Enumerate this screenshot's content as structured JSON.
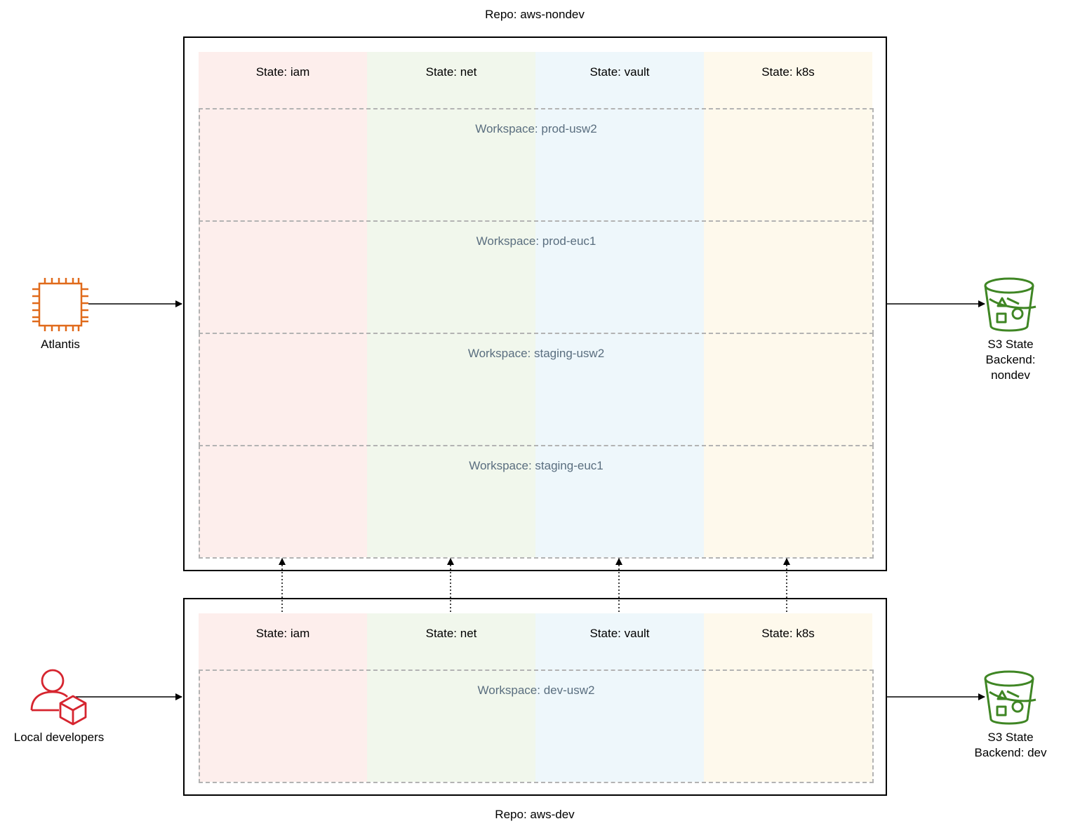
{
  "repos": {
    "nondev": {
      "label": "Repo: aws-nondev",
      "states": [
        "State: iam",
        "State: net",
        "State: vault",
        "State: k8s"
      ],
      "workspaces": [
        "Workspace: prod-usw2",
        "Workspace: prod-euc1",
        "Workspace: staging-usw2",
        "Workspace: staging-euc1"
      ]
    },
    "dev": {
      "label": "Repo: aws-dev",
      "states": [
        "State: iam",
        "State: net",
        "State: vault",
        "State: k8s"
      ],
      "workspaces": [
        "Workspace: dev-usw2"
      ]
    }
  },
  "nodes": {
    "atlantis": {
      "label": "Atlantis",
      "icon": "ec2-instance-icon"
    },
    "local_devs": {
      "label": "Local developers",
      "icon": "developer-user-icon"
    },
    "backend_nondev": {
      "label_lines": [
        "S3 State",
        "Backend:",
        "nondev"
      ],
      "icon": "s3-bucket-icon"
    },
    "backend_dev": {
      "label_lines": [
        "S3 State",
        "Backend: dev"
      ],
      "icon": "s3-bucket-icon"
    }
  },
  "colors": {
    "iam": "#fdeeec",
    "net": "#f1f7ec",
    "vault": "#eef7fb",
    "k8s": "#fef9ec",
    "atlantis": "#e06a1b",
    "developer": "#d6252f",
    "s3": "#3f8624",
    "workspace_text": "#5a6e7f"
  }
}
